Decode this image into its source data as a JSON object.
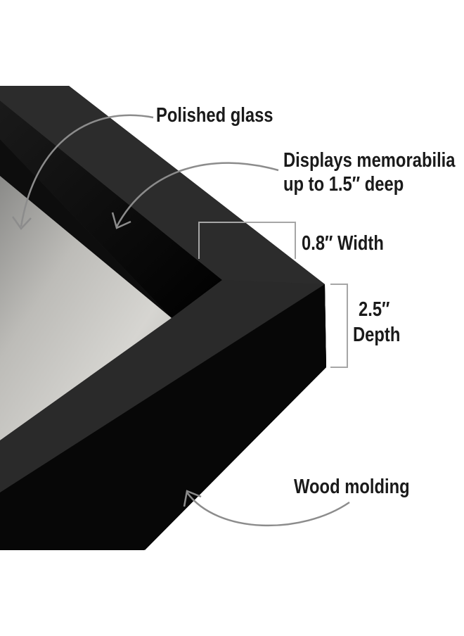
{
  "callouts": {
    "polished_glass": "Polished glass",
    "displays_line1": "Displays memorabilia",
    "displays_line2": "up to 1.5″ deep",
    "width": "0.8″ Width",
    "depth_value": "2.5″",
    "depth_label": "Depth",
    "wood_molding": "Wood molding"
  },
  "colors": {
    "frame_face": "#2b2b2b",
    "frame_side": "#050505",
    "glass_dark": "#0a0a0a",
    "backing_light": "#c9c8c4",
    "arrow": "#8c8c8c",
    "bracket": "#a6a6a6",
    "text": "#1a1a1a"
  }
}
